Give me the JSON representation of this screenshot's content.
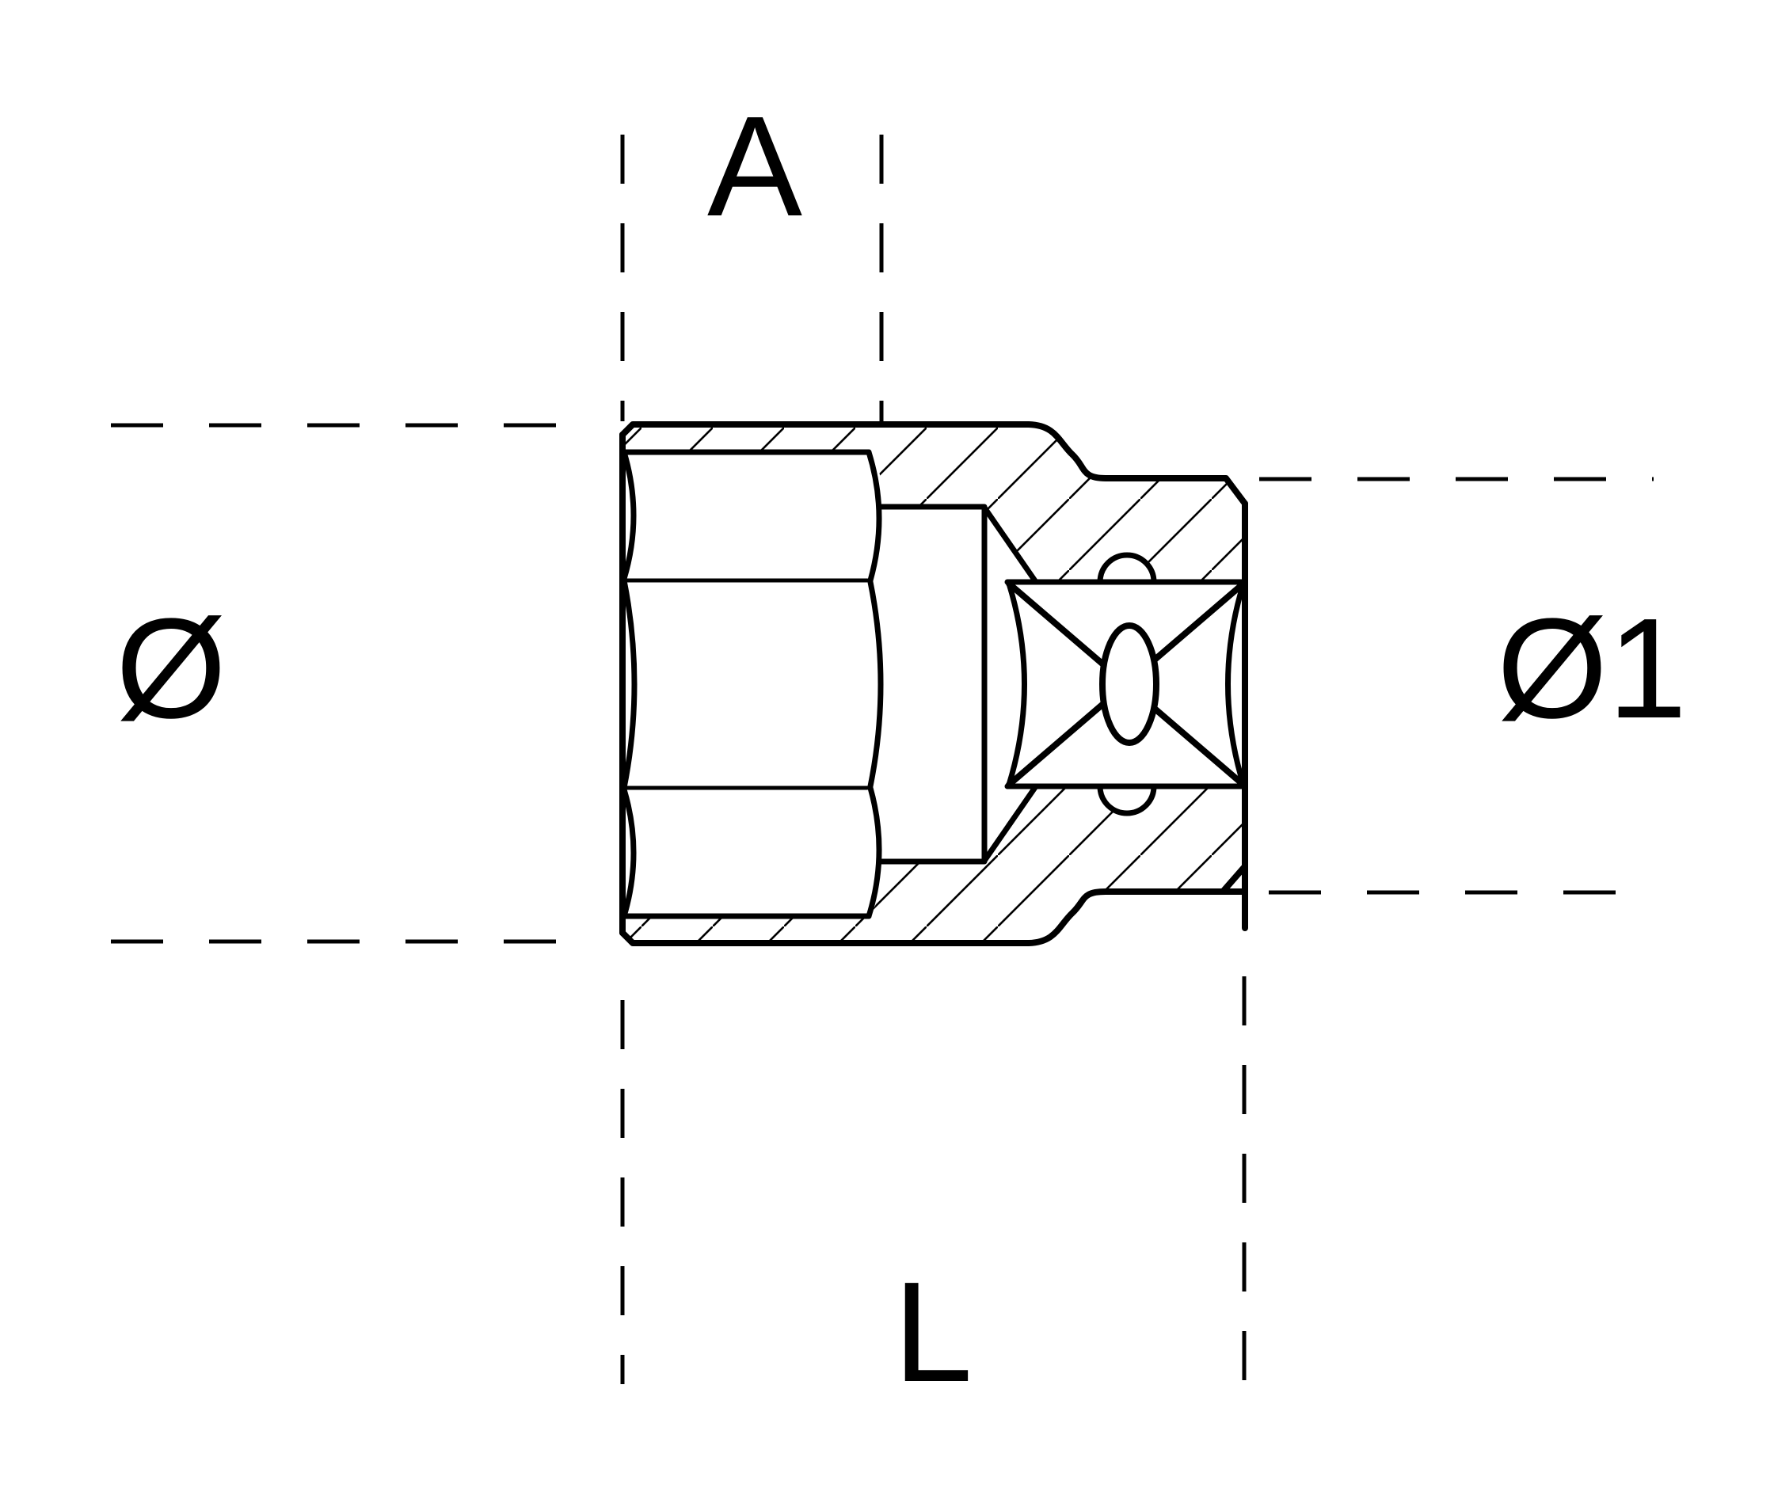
{
  "diagram": {
    "description": "Technical cross-section drawing of a hexagon socket wrench with square drive end",
    "colors": {
      "line": "#000000",
      "background": "#ffffff"
    },
    "labels": {
      "hex_depth": "A",
      "socket_diameter": "Ø",
      "drive_end_diameter": "Ø1",
      "overall_length": "L"
    }
  }
}
